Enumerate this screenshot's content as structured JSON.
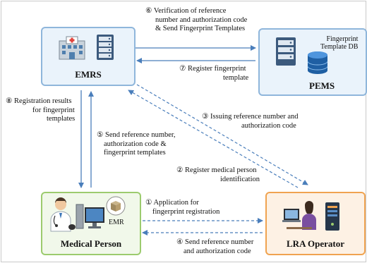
{
  "nodes": {
    "emrs": "EMRS",
    "pems": "PEMS",
    "medical_person": "Medical Person",
    "lra_operator": "LRA Operator",
    "pems_db_label_1": "Fingerprint",
    "pems_db_label_2": "Template DB",
    "emr_label": "EMR"
  },
  "steps": {
    "s1_line1": "① Application for",
    "s1_line2": "fingerprint registration",
    "s2_line1": "② Register medical person",
    "s2_line2": "identification",
    "s3_line1": "③ Issuing reference number and",
    "s3_line2": "authorization code",
    "s4_line1": "④ Send reference number",
    "s4_line2": "and authorization code",
    "s5_line1": "⑤ Send reference number,",
    "s5_line2": "authorization code &",
    "s5_line3": "fingerprint templates",
    "s6_line1": "⑥ Verification of reference",
    "s6_line2": "number and authorization code",
    "s6_line3": "& Send Fingerprint Templates",
    "s7_line1": "⑦ Register fingerprint",
    "s7_line2": "template",
    "s8_line1": "⑧ Registration results",
    "s8_line2": "for fingerprint",
    "s8_line3": "templates"
  },
  "colors": {
    "arrow": "#4a7ebb",
    "emrs_border": "#8fb6db",
    "pems_border": "#8fb6db",
    "medical_border": "#9ccb6e",
    "lra_border": "#f0a350"
  }
}
